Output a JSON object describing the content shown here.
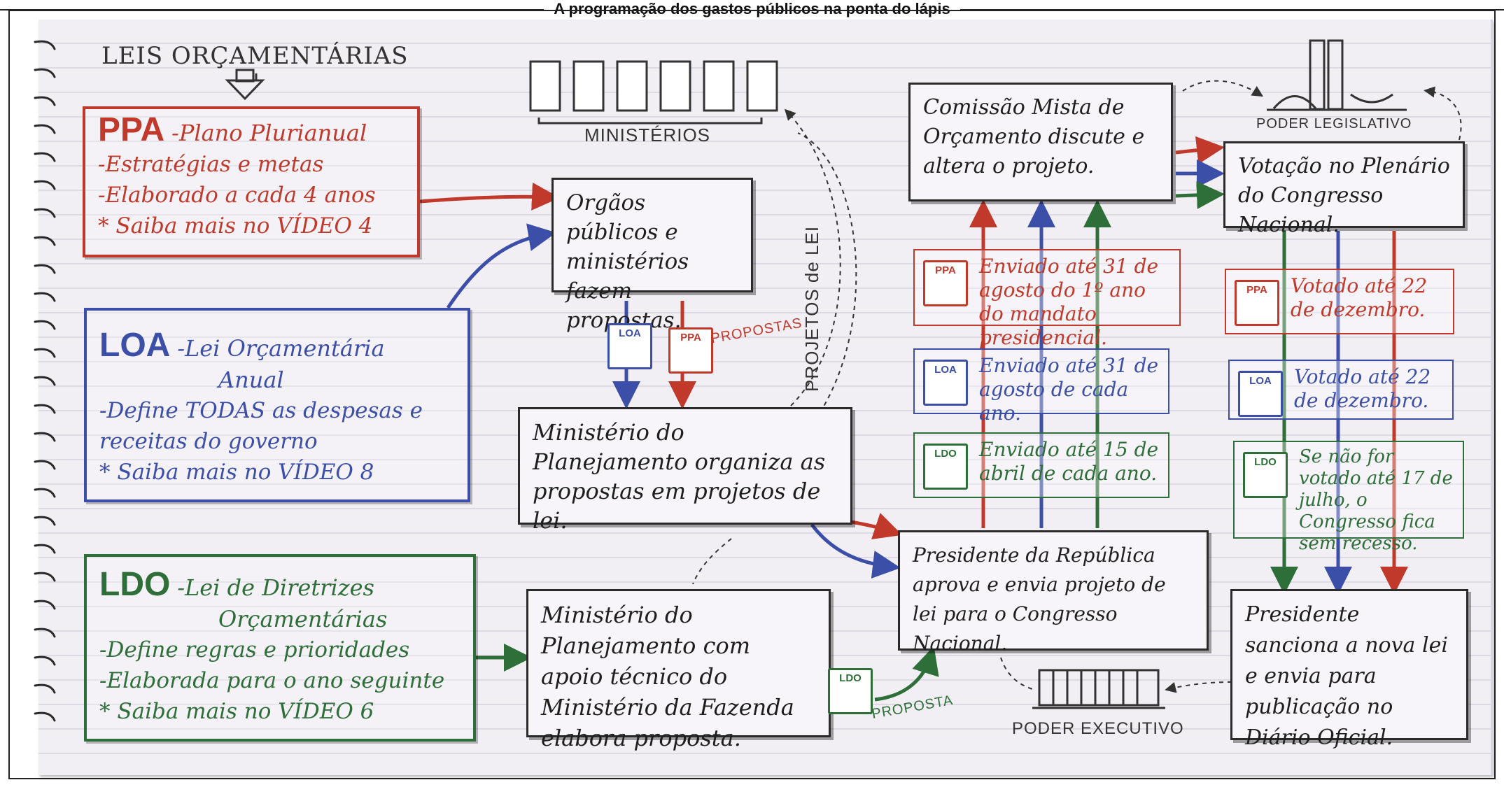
{
  "header": {
    "title": "A programação dos gastos públicos na ponta do lápis"
  },
  "colors": {
    "ppa": "#c0392b",
    "loa": "#3c4fa8",
    "ldo": "#2e6e38",
    "ink": "#222222"
  },
  "left_title": "LEIS ORÇAMENTÁRIAS",
  "laws": {
    "ppa": {
      "acronym": "PPA",
      "name": "-Plano Plurianual",
      "lines": [
        "-Estratégias e metas",
        "-Elaborado a cada 4 anos",
        "* Saiba mais no VÍDEO 4"
      ]
    },
    "loa": {
      "acronym": "LOA",
      "name": "-Lei Orçamentária",
      "name2": "Anual",
      "lines": [
        "-Define TODAS as despesas e",
        "receitas do governo",
        "* Saiba mais no VÍDEO 8"
      ]
    },
    "ldo": {
      "acronym": "LDO",
      "name": "-Lei de Diretrizes",
      "name2": "Orçamentárias",
      "lines": [
        "-Define regras e prioridades",
        "-Elaborada para o ano seguinte",
        "* Saiba mais no VÍDEO 6"
      ]
    }
  },
  "ministerios_label": "MINISTÉRIOS",
  "boxes": {
    "orgaos": "Orgãos públicos e ministérios fazem propostas.",
    "planejamento": "Ministério do Planejamento organiza as propostas em projetos de lei.",
    "apoio": "Ministério do Planejamento com apoio técnico do Ministério da Fazenda elabora proposta.",
    "presidente_envia": "Presidente da República aprova e envia projeto de lei para o Congresso Nacional.",
    "comissao": "Comissão Mista de Orçamento discute e altera o projeto.",
    "votacao": "Votação no Plenário do Congresso Nacional.",
    "sanciona": "Presidente sanciona a nova lei e envia para publicação no Diário Oficial."
  },
  "notebook_badges": {
    "loa": "LOA",
    "ppa": "PPA",
    "ldo": "LDO"
  },
  "propostas_label": "PROPOSTAS",
  "proposta_label": "PROPOSTA",
  "projetos_label": "PROJETOS de LEI",
  "envios": [
    {
      "tag": "PPA",
      "text": "Enviado até 31 de agosto do 1º ano do mandato presidencial."
    },
    {
      "tag": "LOA",
      "text": "Enviado até 31 de agosto de cada ano."
    },
    {
      "tag": "LDO",
      "text": "Enviado até 15 de abril de cada ano."
    }
  ],
  "votos": [
    {
      "tag": "PPA",
      "text": "Votado até 22 de dezembro."
    },
    {
      "tag": "LOA",
      "text": "Votado até 22 de dezembro."
    },
    {
      "tag": "LDO",
      "text": "Se não for votado até 17 de julho, o Congresso fica sem recesso."
    }
  ],
  "poder_legislativo": "PODER LEGISLATIVO",
  "poder_executivo": "PODER EXECUTIVO"
}
